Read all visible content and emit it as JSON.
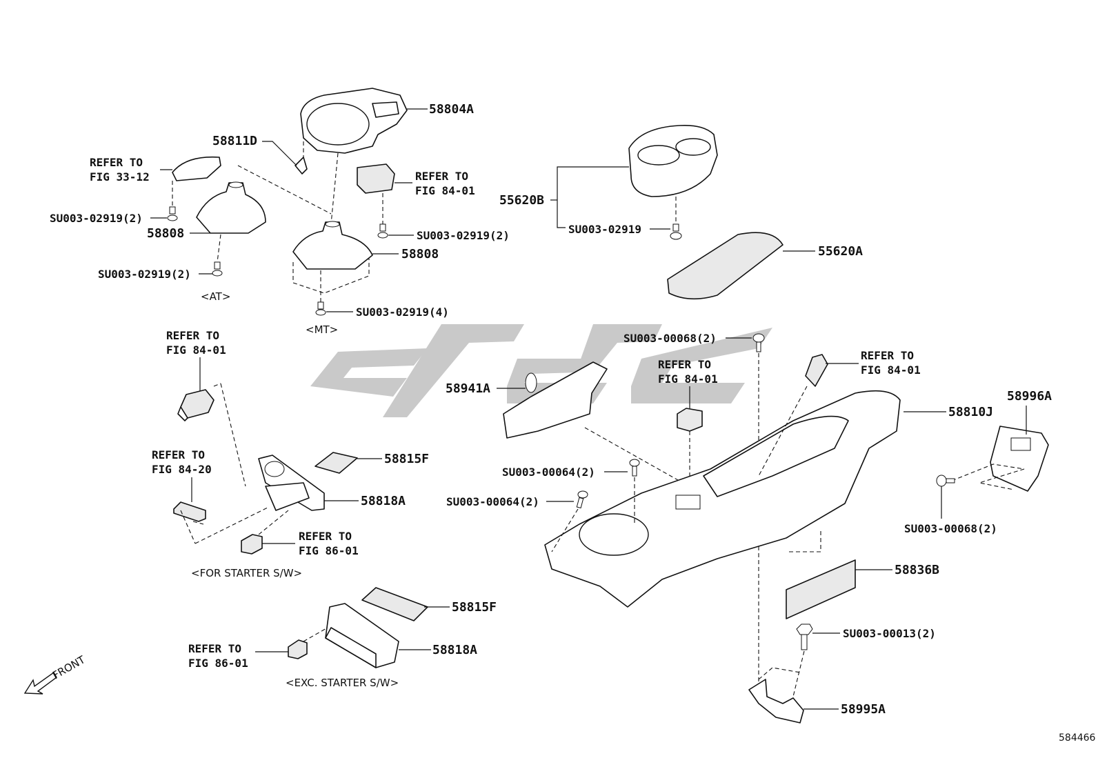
{
  "watermark_icon": "logo-watermark",
  "labels": {
    "l58804A": "58804A",
    "l58811D": "58811D",
    "ref_33_12_a": "REFER TO",
    "ref_33_12_b": "FIG 33-12",
    "ref_84_01_top_a": "REFER TO",
    "ref_84_01_top_b": "FIG 84-01",
    "su_at_upper": "SU003-02919(2)",
    "l58808_at": "58808",
    "su_at_lower": "SU003-02919(2)",
    "at_caption": "<AT>",
    "su_mt_right": "SU003-02919(2)",
    "l58808_mt": "58808",
    "su_mt_lower": "SU003-02919(4)",
    "mt_caption": "<MT>",
    "l55620B": "55620B",
    "su_55620": "SU003-02919",
    "l55620A": "55620A",
    "ref_84_01_left_a": "REFER TO",
    "ref_84_01_left_b": "FIG 84-01",
    "ref_84_20_a": "REFER TO",
    "ref_84_20_b": "FIG 84-20",
    "l58815F_a": "58815F",
    "l58818A_a": "58818A",
    "ref_86_01_a_a": "REFER TO",
    "ref_86_01_a_b": "FIG 86-01",
    "starter_caption": "<FOR STARTER S/W>",
    "l58815F_b": "58815F",
    "ref_86_01_b_a": "REFER TO",
    "ref_86_01_b_b": "FIG 86-01",
    "l58818A_b": "58818A",
    "exc_caption": "<EXC. STARTER S/W>",
    "front": "FRONT",
    "su_00068_top": "SU003-00068(2)",
    "ref_84_01_mid_a": "REFER TO",
    "ref_84_01_mid_b": "FIG 84-01",
    "ref_84_01_right_a": "REFER TO",
    "ref_84_01_right_b": "FIG 84-01",
    "l58941A": "58941A",
    "l58810J": "58810J",
    "l58996A": "58996A",
    "su_00064_a": "SU003-00064(2)",
    "su_00064_b": "SU003-00064(2)",
    "su_00068_right": "SU003-00068(2)",
    "l58836B": "58836B",
    "su_00013": "SU003-00013(2)",
    "l58995A": "58995A",
    "diagram_id": "584466"
  }
}
